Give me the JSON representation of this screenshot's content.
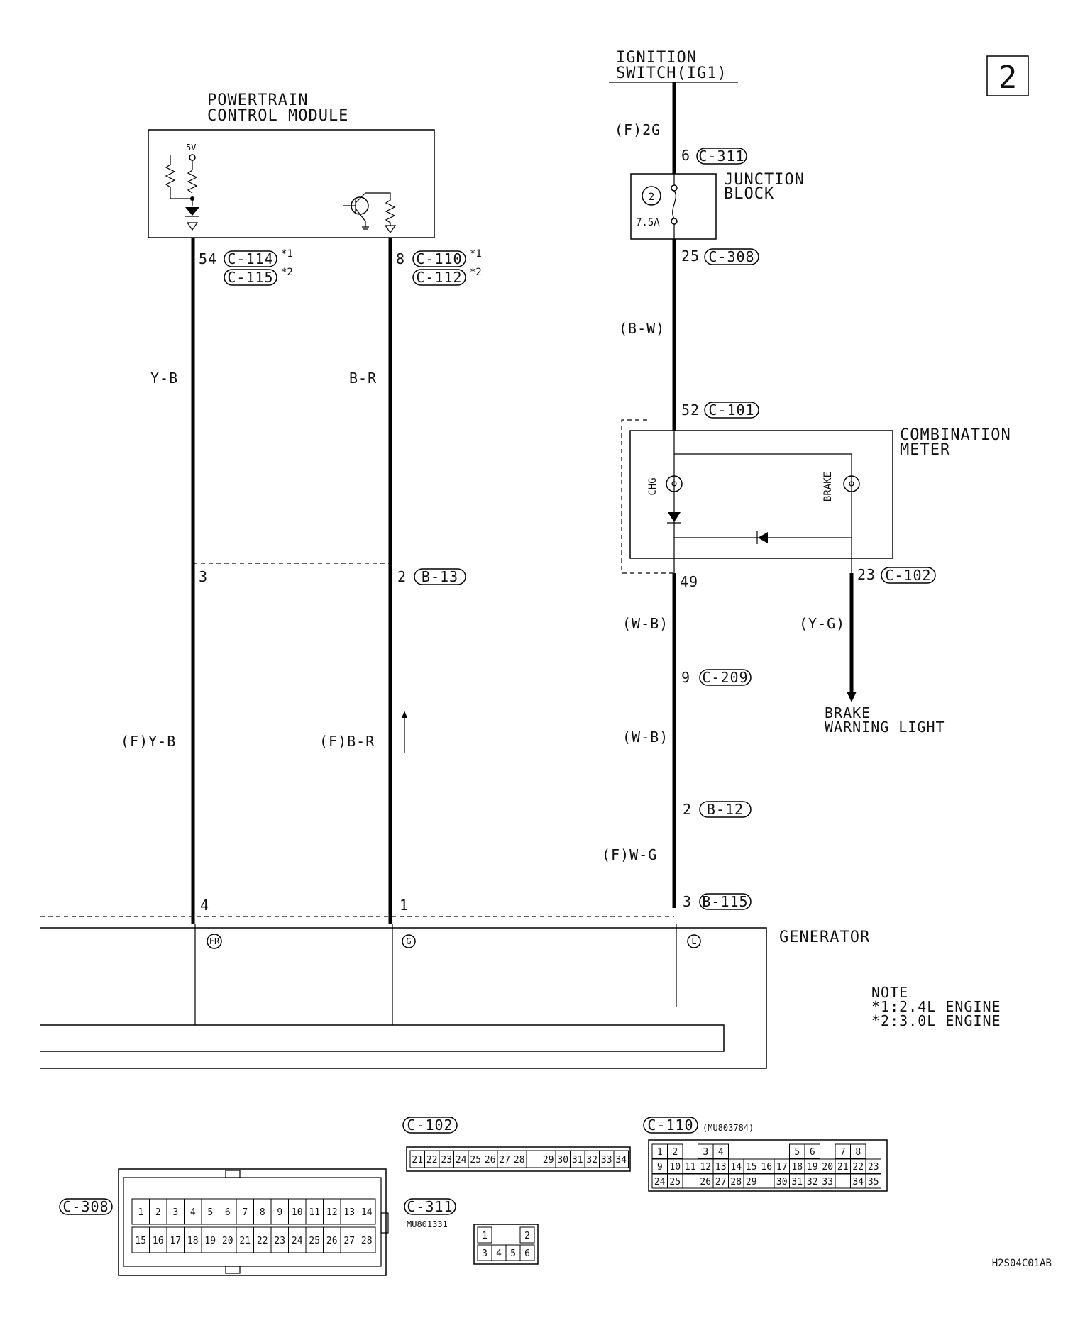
{
  "page_number": "2",
  "image_code": "H2S04C01AB",
  "ignition": {
    "line1": "IGNITION",
    "line2": "SWITCH(IG1)",
    "wire": "(F)2G",
    "pin_top": "6",
    "conn_top": "C-311"
  },
  "junction_block": {
    "line1": "JUNCTION",
    "line2": "BLOCK",
    "fuse_no": "2",
    "fuse_rating": "7.5A",
    "pin_bottom": "25",
    "conn_bottom": "C-308",
    "wire_below": "(B-W)"
  },
  "combination_meter": {
    "line1": "COMBINATION",
    "line2": "METER",
    "pin_in": "52",
    "conn_in": "C-101",
    "lamp_chg": "CHG",
    "lamp_brake": "BRAKE",
    "pin_out": "49",
    "pin_brake": "23",
    "conn_brake": "C-102",
    "wire_brake": "(Y-G)",
    "brake_target_1": "BRAKE",
    "brake_target_2": "WARNING LIGHT"
  },
  "right_branch": {
    "wire1": "(W-B)",
    "pin_mid": "9",
    "conn_mid": "C-209",
    "wire2": "(W-B)",
    "pin_low": "2",
    "conn_low": "B-12",
    "wire3": "(F)W-G",
    "pin_gen": "3",
    "conn_gen": "B-115"
  },
  "pcm": {
    "line1": "POWERTRAIN",
    "line2": "CONTROL MODULE",
    "voltage": "5V",
    "left_pin": "54",
    "left_conn1": "C-114",
    "left_note1": "*1",
    "left_conn2": "C-115",
    "left_note2": "*2",
    "right_pin": "8",
    "right_conn1": "C-110",
    "right_note1": "*1",
    "right_conn2": "C-112",
    "right_note2": "*2"
  },
  "left_wires": {
    "wire_a_top": "Y-B",
    "wire_b_top": "B-R",
    "pin_a_mid": "3",
    "pin_b_mid": "2",
    "conn_mid": "B-13",
    "wire_a_low": "(F)Y-B",
    "wire_b_low": "(F)B-R",
    "pin_a_gen": "4",
    "pin_b_gen": "1"
  },
  "generator": {
    "label": "GENERATOR",
    "term_fr": "FR",
    "term_g": "G",
    "term_l": "L"
  },
  "note": {
    "title": "NOTE",
    "line1": "*1:2.4L ENGINE",
    "line2": "*2:3.0L ENGINE"
  },
  "connectors": {
    "c308": {
      "label": "C-308",
      "row1": [
        "1",
        "2",
        "3",
        "4",
        "5",
        "6",
        "7",
        "8",
        "9",
        "10",
        "11",
        "12",
        "13",
        "14"
      ],
      "row2": [
        "15",
        "16",
        "17",
        "18",
        "19",
        "20",
        "21",
        "22",
        "23",
        "24",
        "25",
        "26",
        "27",
        "28"
      ]
    },
    "c311": {
      "label": "C-311",
      "part": "MU801331",
      "row1": [
        "1",
        "2"
      ],
      "row2": [
        "3",
        "4",
        "5",
        "6"
      ]
    },
    "c102": {
      "label": "C-102",
      "pins": [
        "21",
        "22",
        "23",
        "24",
        "25",
        "26",
        "27",
        "28",
        "",
        "29",
        "30",
        "31",
        "32",
        "33",
        "34"
      ]
    },
    "c110": {
      "label": "C-110",
      "part": "(MU803784)",
      "row1": [
        "1",
        "2",
        "",
        "3",
        "4",
        "",
        "",
        "",
        "",
        "5",
        "6",
        "",
        "7",
        "8"
      ],
      "row2": [
        "9",
        "10",
        "11",
        "12",
        "13",
        "14",
        "15",
        "16",
        "17",
        "18",
        "19",
        "20",
        "21",
        "22",
        "23"
      ],
      "row3": [
        "24",
        "25",
        "",
        "26",
        "27",
        "28",
        "29",
        "",
        "30",
        "31",
        "32",
        "33",
        "",
        "34",
        "35"
      ]
    }
  }
}
